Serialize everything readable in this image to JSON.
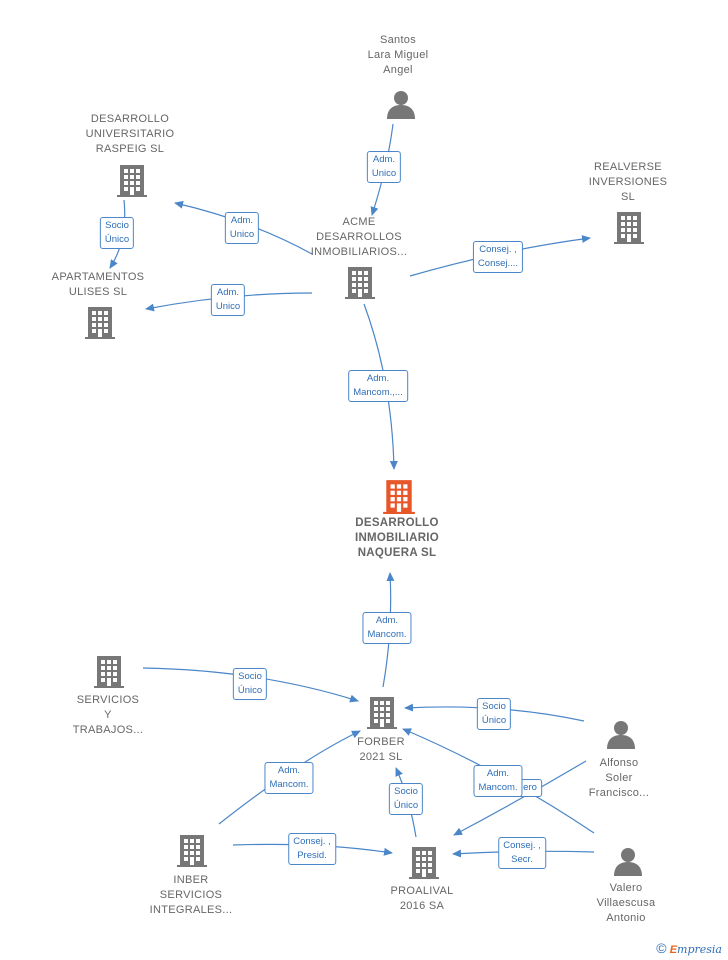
{
  "nodes": {
    "santos": {
      "label": "Santos\nLara Miguel\nAngel"
    },
    "desarrollo_universitario": {
      "label": "DESARROLLO\nUNIVERSITARIO\nRASPEIG  SL"
    },
    "realverse": {
      "label": "REALVERSE\nINVERSIONES\nSL"
    },
    "acme": {
      "label": "ACME\nDESARROLLOS\nINMOBILIARIOS..."
    },
    "apartamentos": {
      "label": "APARTAMENTOS\nULISES  SL"
    },
    "naquera": {
      "label": "DESARROLLO\nINMOBILIARIO\nNAQUERA  SL"
    },
    "servicios": {
      "label": "SERVICIOS\nY\nTRABAJOS..."
    },
    "forber": {
      "label": "FORBER\n2021  SL"
    },
    "alfonso": {
      "label": "Alfonso\nSoler\nFrancisco..."
    },
    "inber": {
      "label": "INBER\nSERVICIOS\nINTEGRALES..."
    },
    "proalival": {
      "label": "PROALIVAL\n2016 SA"
    },
    "valero": {
      "label": "Valero\nVillaescusa\nAntonio"
    }
  },
  "edges": {
    "santos_acme": "Adm.\nUnico",
    "univ_apart": "Socio\nÚnico",
    "acme_univ": "Adm.\nUnico",
    "acme_realverse": "Consej. ,\nConsej....",
    "acme_apart": "Adm.\nUnico",
    "acme_naquera": "Adm.\nMancom.,...",
    "forber_naquera": "Adm.\nMancom.",
    "servicios_forber": "Socio\nÚnico",
    "alfonso_forber": "Socio\nÚnico",
    "inber_forber": "Adm.\nMancom.",
    "proalival_forber": "Socio\nÚnico",
    "valero_forber": "Adm.\nMancom.",
    "alfonso_proalival_hidden": "ero",
    "inber_proalival": "Consej. ,\nPresid.",
    "valero_proalival": "Consej. ,\nSecr."
  },
  "colors": {
    "edge": "#4a86c8",
    "icon": "#777777",
    "main_icon": "#e8572a"
  },
  "brand": {
    "copyright": "©",
    "name_first": "E",
    "name_rest": "mpresia"
  }
}
